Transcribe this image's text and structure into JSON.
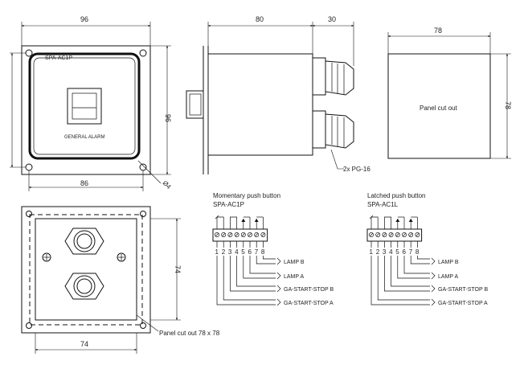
{
  "front_view": {
    "width_dim": "96",
    "height_dim": "96",
    "hole_spacing_dim": "86",
    "hole_diameter_dim": "Ø4",
    "device_label": "SPA-AC1P",
    "indicator_label": "GENERAL ALARM"
  },
  "side_view": {
    "body_dim": "80",
    "gland_dim": "30",
    "gland_label": "2x PG-16"
  },
  "cutout_view": {
    "width_dim": "78",
    "height_dim": "78",
    "label": "Panel cut out"
  },
  "back_view": {
    "height_dim": "74",
    "width_dim": "74",
    "cutout_label": "Panel cut out 78 x 78"
  },
  "wiring": [
    {
      "title": "Momentary push button",
      "model": "SPA-AC1P",
      "terminals": [
        "1",
        "2",
        "3",
        "4",
        "5",
        "6",
        "7",
        "8"
      ],
      "outputs": [
        "LAMP B",
        "LAMP A",
        "GA-START-STOP B",
        "GA-START-STOP A"
      ]
    },
    {
      "title": "Latched push button",
      "model": "SPA-AC1L",
      "terminals": [
        "1",
        "2",
        "3",
        "4",
        "5",
        "6",
        "7",
        "8"
      ],
      "outputs": [
        "LAMP B",
        "LAMP A",
        "GA-START-STOP B",
        "GA-START-STOP A"
      ]
    }
  ]
}
